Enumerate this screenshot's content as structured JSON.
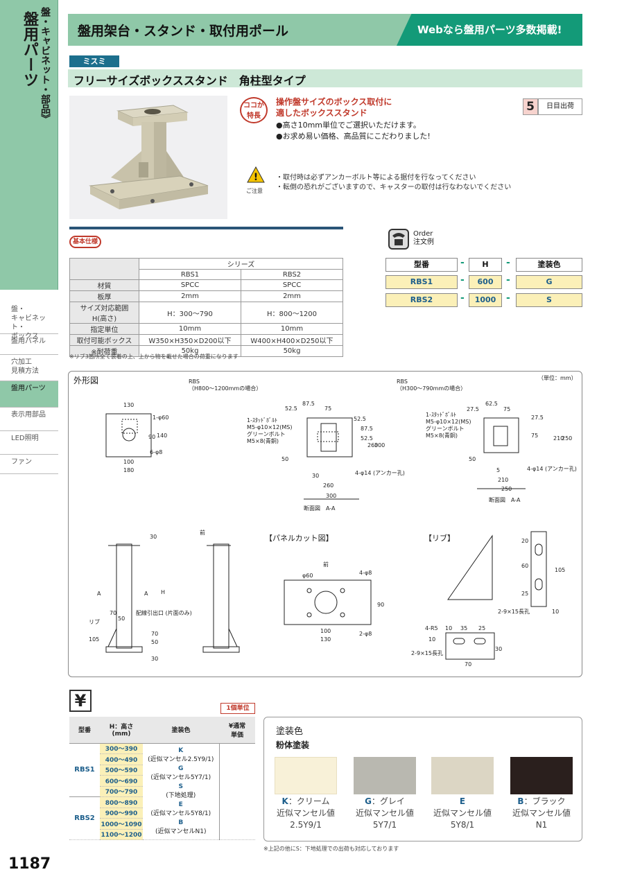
{
  "sidebar": {
    "category_small": "盤・キャビネット・部品》",
    "category_big": "盤用パーツ",
    "items": [
      {
        "label": "盤・\nキャビネット・\nボックス",
        "active": false
      },
      {
        "label": "盤用パネル",
        "active": false
      },
      {
        "label": "穴加工\n見積方法",
        "active": false
      },
      {
        "label": "盤用パーツ",
        "active": true
      },
      {
        "label": "表示用部品",
        "active": false
      },
      {
        "label": "LED照明",
        "active": false
      },
      {
        "label": "ファン",
        "active": false
      }
    ],
    "page_number": "1187"
  },
  "header": {
    "title": "盤用架台・スタンド・取付用ポール",
    "web_banner": "Webなら盤用パーツ多数掲載!",
    "brand": "ミスミ",
    "product_title": "フリーサイズボックススタンド　角柱型タイプ"
  },
  "features": {
    "badge": "ココが\n特長",
    "headline_1": "操作盤サイズのボックス取付に",
    "headline_2": "適したボックススタンド",
    "bullet_1": "●高さ10mm単位でご選択いただけます。",
    "bullet_2": "●お求め易い価格、高品質にこだわりました!",
    "shipping_days": "5",
    "shipping_label": "日目出荷",
    "caution_label": "ご注意",
    "caution_1": "・取付時は必ずアンカーボルト等による据付を行なってください",
    "caution_2": "・転倒の恐れがございますので、キャスターの取付は行なわないでください"
  },
  "spec": {
    "badge": "基本仕様",
    "series_header": "シリーズ",
    "cols": [
      "RBS1",
      "RBS2"
    ],
    "rows": [
      {
        "label": "材質",
        "v1": "SPCC",
        "v2": "SPCC"
      },
      {
        "label": "板厚",
        "v1": "2mm",
        "v2": "2mm"
      },
      {
        "label": "サイズ対応範囲\nH(高さ)",
        "v1": "H：300～790",
        "v2": "H：800～1200"
      },
      {
        "label": "指定単位",
        "v1": "10mm",
        "v2": "10mm"
      },
      {
        "label": "取付可能ボックス",
        "v1": "W350×H350×D200以下",
        "v2": "W400×H400×D250以下"
      },
      {
        "label": "※耐荷重",
        "v1": "50kg",
        "v2": "50kg"
      }
    ],
    "note": "※リブ3箇所全て装着の上、上から物を載せた場合の荷重になります"
  },
  "order": {
    "label_en": "Order",
    "label_jp": "注文例",
    "headers": [
      "型番",
      "H",
      "塗装色"
    ],
    "row1": [
      "RBS1",
      "600",
      "G"
    ],
    "row2": [
      "RBS2",
      "1000",
      "S"
    ],
    "dash": "-"
  },
  "drawing": {
    "title": "外形図",
    "unit": "（単位：mm）",
    "rbs_left": "RBS\n（H800～1200mmの場合）",
    "rbs_right": "RBS\n（H300～790mmの場合）",
    "panel_cut": "【パネルカット図】",
    "rib": "【リブ】",
    "section_left": "断面図　A-A",
    "section_right": "断面図　A-A",
    "dims_left": [
      "52.5",
      "87.5",
      "75",
      "52.5",
      "87.5",
      "52.5",
      "260",
      "300",
      "30",
      "260",
      "300",
      "50",
      "4-φ14\n(アンカー孔)"
    ],
    "dims_right": [
      "27.5",
      "62.5",
      "75",
      "27.5",
      "75",
      "210",
      "250",
      "5",
      "210",
      "250",
      "50",
      "4-φ14\n(アンカー孔)"
    ],
    "fastener_left": "1-ｽﾀｯﾄﾞﾎﾞﾙﾄ\nM5-φ10×12(MS)\nグリーンボルト\nM5×8(青銅)",
    "fastener_right": "1-ｽﾀｯﾄﾞﾎﾞﾙﾄ\nM5-φ10×12(MS)\nグリーンボルト\nM5×8(青銅)",
    "top_view_dims": [
      "130",
      "1-φ60",
      "90",
      "140",
      "6-φ8",
      "100",
      "180"
    ],
    "side_dims": [
      "30",
      "H",
      "A",
      "A",
      "70",
      "50",
      "リブ",
      "配線引出口\n(片面のみ)",
      "105",
      "70",
      "50",
      "30",
      "前"
    ],
    "panel_dims": [
      "前",
      "φ60",
      "4-φ8",
      "90",
      "100",
      "130",
      "2-φ8"
    ],
    "rib_dims": [
      "20",
      "60",
      "25",
      "105",
      "2-9×15長孔",
      "10",
      "4-R5",
      "10",
      "35",
      "25",
      "10",
      "30",
      "2-9×15長孔",
      "70"
    ]
  },
  "price": {
    "unit_badge": "1個単位",
    "headers": [
      "型番",
      "H：高さ\n(mm)",
      "塗装色",
      "¥通常\n単価"
    ],
    "rbs1_model": "RBS1",
    "rbs2_model": "RBS2",
    "heights": [
      "300～390",
      "400～490",
      "500～590",
      "600～690",
      "700～790",
      "800～890",
      "900～990",
      "1000～1090",
      "1100～1200"
    ],
    "paint_lines": [
      "K",
      "(近似マンセル2.5Y9/1)",
      "G",
      "(近似マンセル5Y7/1)",
      "S",
      "(下地処理)",
      "E",
      "(近似マンセル5Y8/1)",
      "B",
      "(近似マンセルN1)"
    ]
  },
  "paint": {
    "title": "塗装色",
    "type": "粉体塗装",
    "swatches": [
      {
        "code": "K",
        "name": "：クリーム",
        "munsell_label": "近似マンセル値",
        "value": "2.5Y9/1",
        "color": "#f8f1d8"
      },
      {
        "code": "G",
        "name": "：グレイ",
        "munsell_label": "近似マンセル値",
        "value": "5Y7/1",
        "color": "#b9b8b0"
      },
      {
        "code": "E",
        "name": "",
        "munsell_label": "近似マンセル値",
        "value": "5Y8/1",
        "color": "#dcd6c4"
      },
      {
        "code": "B",
        "name": "：ブラック",
        "munsell_label": "近似マンセル値",
        "value": "N1",
        "color": "#2a1f1d"
      }
    ],
    "note": "※上記の他にS：下地処理での出荷も対応しております"
  }
}
